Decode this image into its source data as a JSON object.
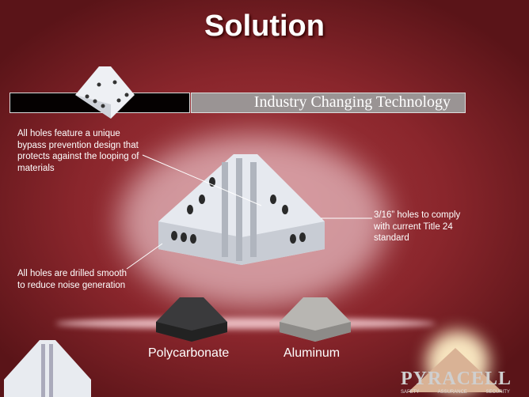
{
  "slide": {
    "title": "Solution",
    "banner": "Industry Changing Technology",
    "callouts": [
      "All holes feature a unique bypass prevention design that protects against the looping of materials",
      "3/16” holes to comply with current Title 24 standard",
      "All holes are drilled smooth to reduce noise generation"
    ],
    "products": [
      {
        "label": "Polycarbonate"
      },
      {
        "label": "Aluminum"
      }
    ],
    "logo": {
      "name": "PYRACELL",
      "tagline": "SAFETY ASSURANCE SECURITY"
    }
  }
}
